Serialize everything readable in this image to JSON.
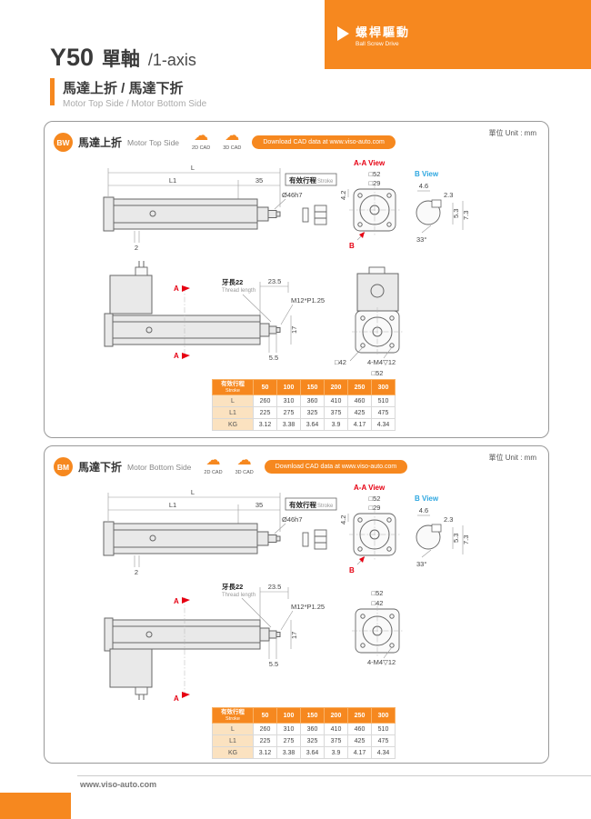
{
  "header": {
    "model": "Y50",
    "title_zh": "單軸",
    "title_en": "/1-axis",
    "drive_zh": "螺桿驅動",
    "drive_en": "Ball Screw Drive"
  },
  "section": {
    "title_zh": "馬達上折 / 馬達下折",
    "title_en": "Motor Top Side / Motor Bottom Side"
  },
  "page": {
    "unit_label": "單位 Unit : mm",
    "footer_url": "www.viso-auto.com"
  },
  "cad": {
    "cad2d": "2D CAD",
    "cad3d": "3D CAD",
    "download": "Download CAD data at www.viso-auto.com"
  },
  "panels": [
    {
      "badge": "BW",
      "name_zh": "馬達上折",
      "name_en": "Motor Top Side"
    },
    {
      "badge": "BM",
      "name_zh": "馬達下折",
      "name_en": "Motor Bottom Side"
    }
  ],
  "dims": {
    "L": "L",
    "L1": "L1",
    "n35": "35",
    "stroke_zh": "有效行程",
    "stroke_en": "Stroke",
    "shaft_dia": "Ø46h7",
    "n2": "2",
    "aa_view": "A-A View",
    "b_view": "B View",
    "sq52": "□52",
    "sq29": "□29",
    "sq42": "□42",
    "n42": "4.2",
    "n46": "4.6",
    "n23": "2.3",
    "n53": "5.3",
    "n73": "7.3",
    "ang33": "33°",
    "thread_zh": "牙長22",
    "thread_en": "Thread length",
    "n235": "23.5",
    "thread_spec": "M12*P1.25",
    "n17": "17",
    "n55": "5.5",
    "sec_a": "A",
    "view_b": "B",
    "tap": "4-M4▽12"
  },
  "table": {
    "header_zh": "有效行程",
    "header_en": "Stroke",
    "strokes": [
      "50",
      "100",
      "150",
      "200",
      "250",
      "300"
    ],
    "rows": [
      {
        "label": "L",
        "values": [
          "260",
          "310",
          "360",
          "410",
          "460",
          "510"
        ]
      },
      {
        "label": "L1",
        "values": [
          "225",
          "275",
          "325",
          "375",
          "425",
          "475"
        ]
      },
      {
        "label": "KG",
        "values": [
          "3.12",
          "3.38",
          "3.64",
          "3.9",
          "4.17",
          "4.34"
        ]
      }
    ]
  }
}
